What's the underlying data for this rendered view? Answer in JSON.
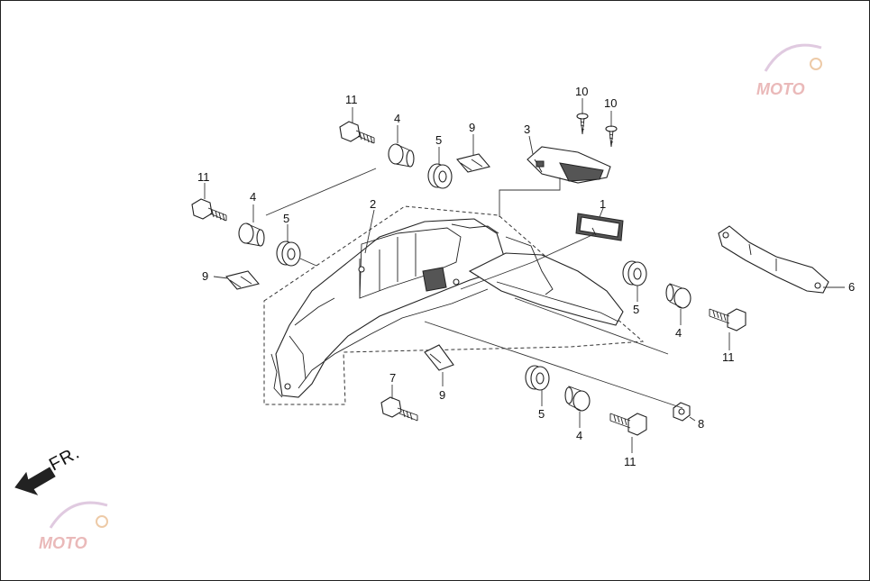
{
  "diagram": {
    "direction_label": "FR.",
    "callouts": {
      "c1": "1",
      "c2": "2",
      "c3": "3",
      "c4a": "4",
      "c4b": "4",
      "c4c": "4",
      "c4d": "4",
      "c5a": "5",
      "c5b": "5",
      "c5c": "5",
      "c5d": "5",
      "c6": "6",
      "c7": "7",
      "c8": "8",
      "c9a": "9",
      "c9b": "9",
      "c9c": "9",
      "c10a": "10",
      "c10b": "10",
      "c11a": "11",
      "c11b": "11",
      "c11c": "11",
      "c11d": "11"
    },
    "colors": {
      "line": "#222222",
      "accent": "#1a1a1a"
    }
  }
}
